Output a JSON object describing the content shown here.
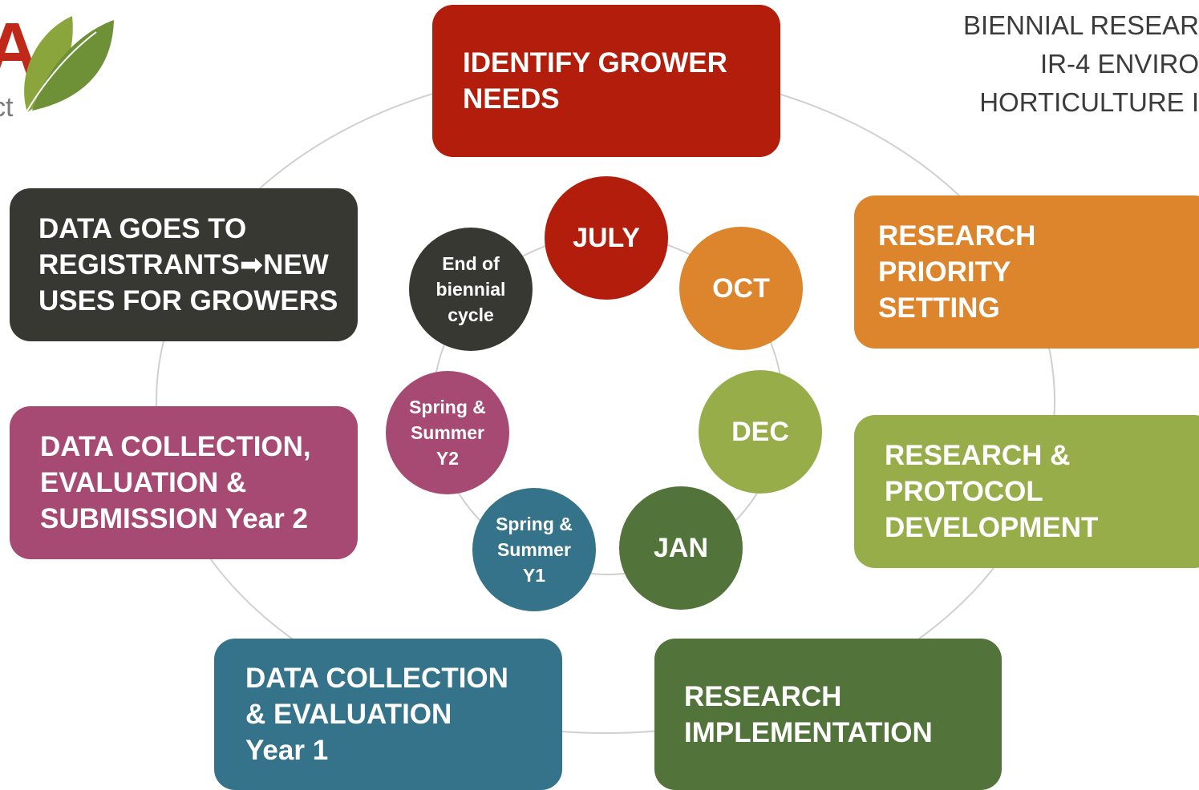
{
  "header": {
    "line1": "BIENNIAL RESEAR",
    "line2": "IR-4 ENVIRO",
    "line3": "HORTICULTURE I"
  },
  "logo": {
    "partial_text": "A",
    "fragment": "ct"
  },
  "boxes": {
    "identify": "IDENTIFY GROWER\nNEEDS",
    "priority": "RESEARCH\nPRIORITY\nSETTING",
    "protocol": "RESEARCH &\nPROTOCOL\nDEVELOPMENT",
    "implementation": "RESEARCH\nIMPLEMENTATION",
    "year1": "DATA COLLECTION\n& EVALUATION\nYear 1",
    "year2": "DATA COLLECTION,\nEVALUATION &\nSUBMISSION Year 2",
    "registrants": "DATA GOES TO\nREGISTRANTS➡NEW\nUSES FOR GROWERS"
  },
  "circles": {
    "july": "JULY",
    "oct": "OCT",
    "dec": "DEC",
    "jan": "JAN",
    "y1": "Spring &\nSummer\nY1",
    "y2": "Spring &\nSummer\nY2",
    "end": "End of\nbiennial\ncycle"
  },
  "colors": {
    "red": "#b31d0b",
    "orange": "#dc852c",
    "light_green": "#97ad4a",
    "dark_green": "#52743a",
    "teal": "#35738b",
    "magenta": "#a64a73",
    "charcoal": "#383833",
    "ring": "#cfcfcf"
  }
}
